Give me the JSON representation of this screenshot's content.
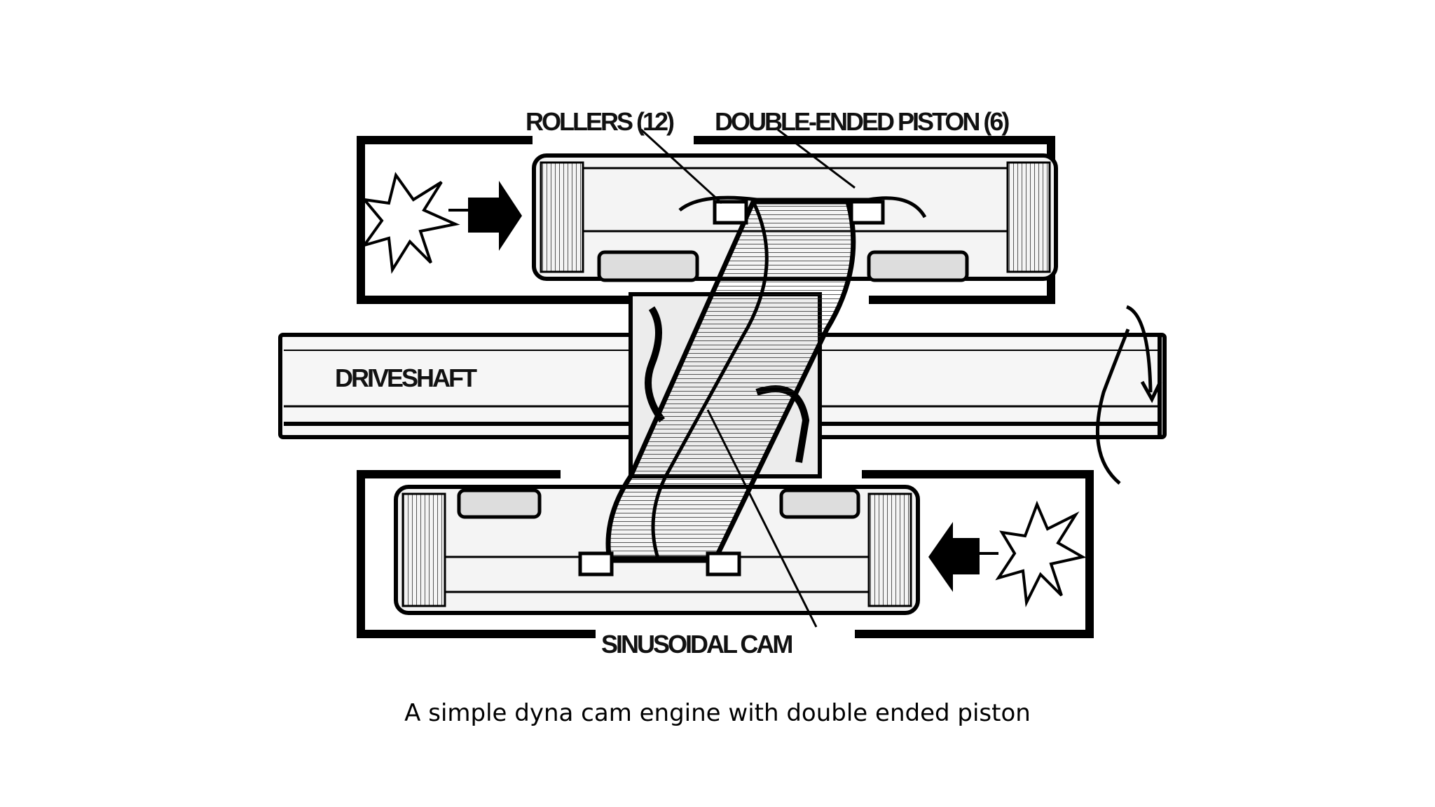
{
  "diagram": {
    "labels": {
      "rollers": "ROLLERS (12)",
      "piston": "DOUBLE-ENDED PISTON (6)",
      "driveshaft": "DRIVESHAFT",
      "cam": "SINUSOIDAL CAM"
    }
  },
  "caption": "A simple dyna cam engine with double ended piston",
  "colors": {
    "background": "#ffffff",
    "ink": "#111111"
  }
}
